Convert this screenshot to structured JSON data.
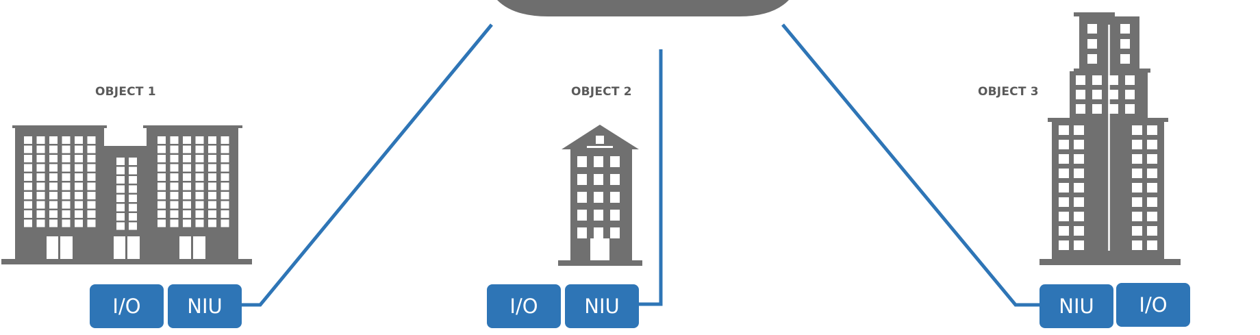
{
  "colors": {
    "link": "#2e75b6",
    "building": "#707070",
    "cloud": "#6e6e6e",
    "window": "#ffffff",
    "box": "#2e75b6"
  },
  "objects": [
    {
      "label": "OBJECT 1",
      "icon": "wide-office-building-icon",
      "boxes": [
        "I/O",
        "NIU"
      ]
    },
    {
      "label": "OBJECT 2",
      "icon": "small-house-building-icon",
      "boxes": [
        "I/O",
        "NIU"
      ]
    },
    {
      "label": "OBJECT 3",
      "icon": "skyscraper-building-icon",
      "boxes": [
        "NIU",
        "I/O"
      ]
    }
  ],
  "hub": {
    "icon": "network-cloud-shape"
  }
}
